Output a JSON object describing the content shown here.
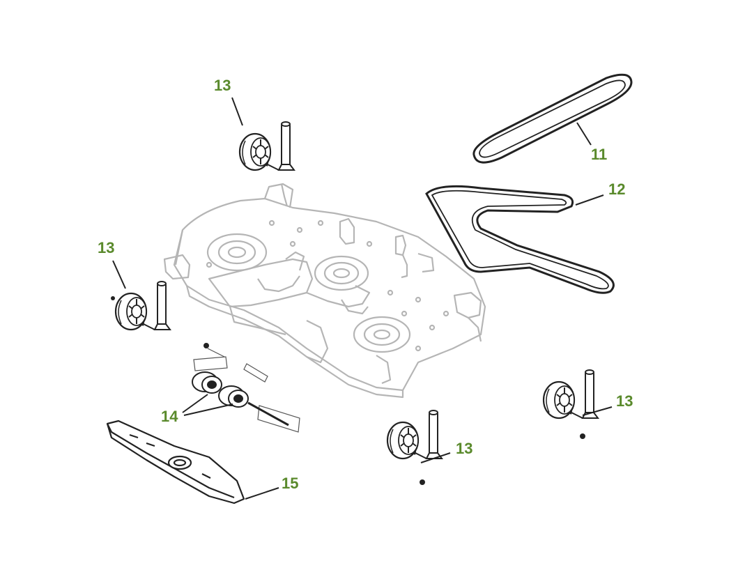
{
  "diagram": {
    "accent_color": "#5a8a2c",
    "line_color": "#222222",
    "ghost_color": "#b5b5b5",
    "callouts": [
      {
        "id": "c11",
        "text": "11"
      },
      {
        "id": "c12",
        "text": "12"
      },
      {
        "id": "c13a",
        "text": "13"
      },
      {
        "id": "c13b",
        "text": "13"
      },
      {
        "id": "c13c",
        "text": "13"
      },
      {
        "id": "c13d",
        "text": "13"
      },
      {
        "id": "c14",
        "text": "14"
      },
      {
        "id": "c15",
        "text": "15"
      }
    ],
    "parts": [
      {
        "id": "mower-deck",
        "icon": "mower-deck-icon"
      },
      {
        "id": "belt-11",
        "icon": "long-belt-icon"
      },
      {
        "id": "belt-12",
        "icon": "v-belt-icon"
      },
      {
        "id": "gauge-wheel",
        "icon": "gauge-wheel-icon"
      },
      {
        "id": "roller",
        "icon": "roller-icon"
      },
      {
        "id": "blade",
        "icon": "mower-blade-icon"
      }
    ]
  }
}
